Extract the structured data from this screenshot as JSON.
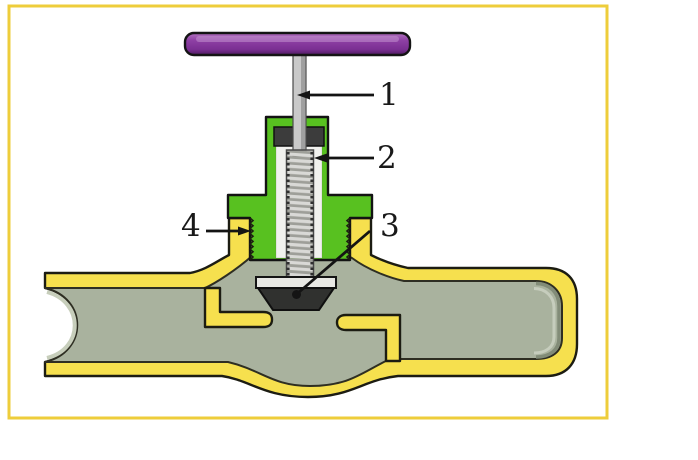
{
  "labels": [
    {
      "text": "1"
    },
    {
      "text": "2"
    },
    {
      "text": "3"
    },
    {
      "text": "4"
    }
  ],
  "colors": {
    "frame_yellow": "#eecd3b",
    "body_yellow": "#f6e04e",
    "bonnet_green": "#58c120",
    "interior_gray": "#a9b29e",
    "interior_lining": "#c7cebb",
    "interior_rim": "#828c78",
    "disc_dark": "#30312f",
    "washer_light": "#e8e8e4",
    "packing_dark": "#3c3c3c",
    "stem_gray": "#c9c9c9",
    "white_cavity": "#f1f1ee",
    "handwheel_purple": "#8d3fa3",
    "outline": "#1c1c12",
    "line_black": "#141414"
  }
}
